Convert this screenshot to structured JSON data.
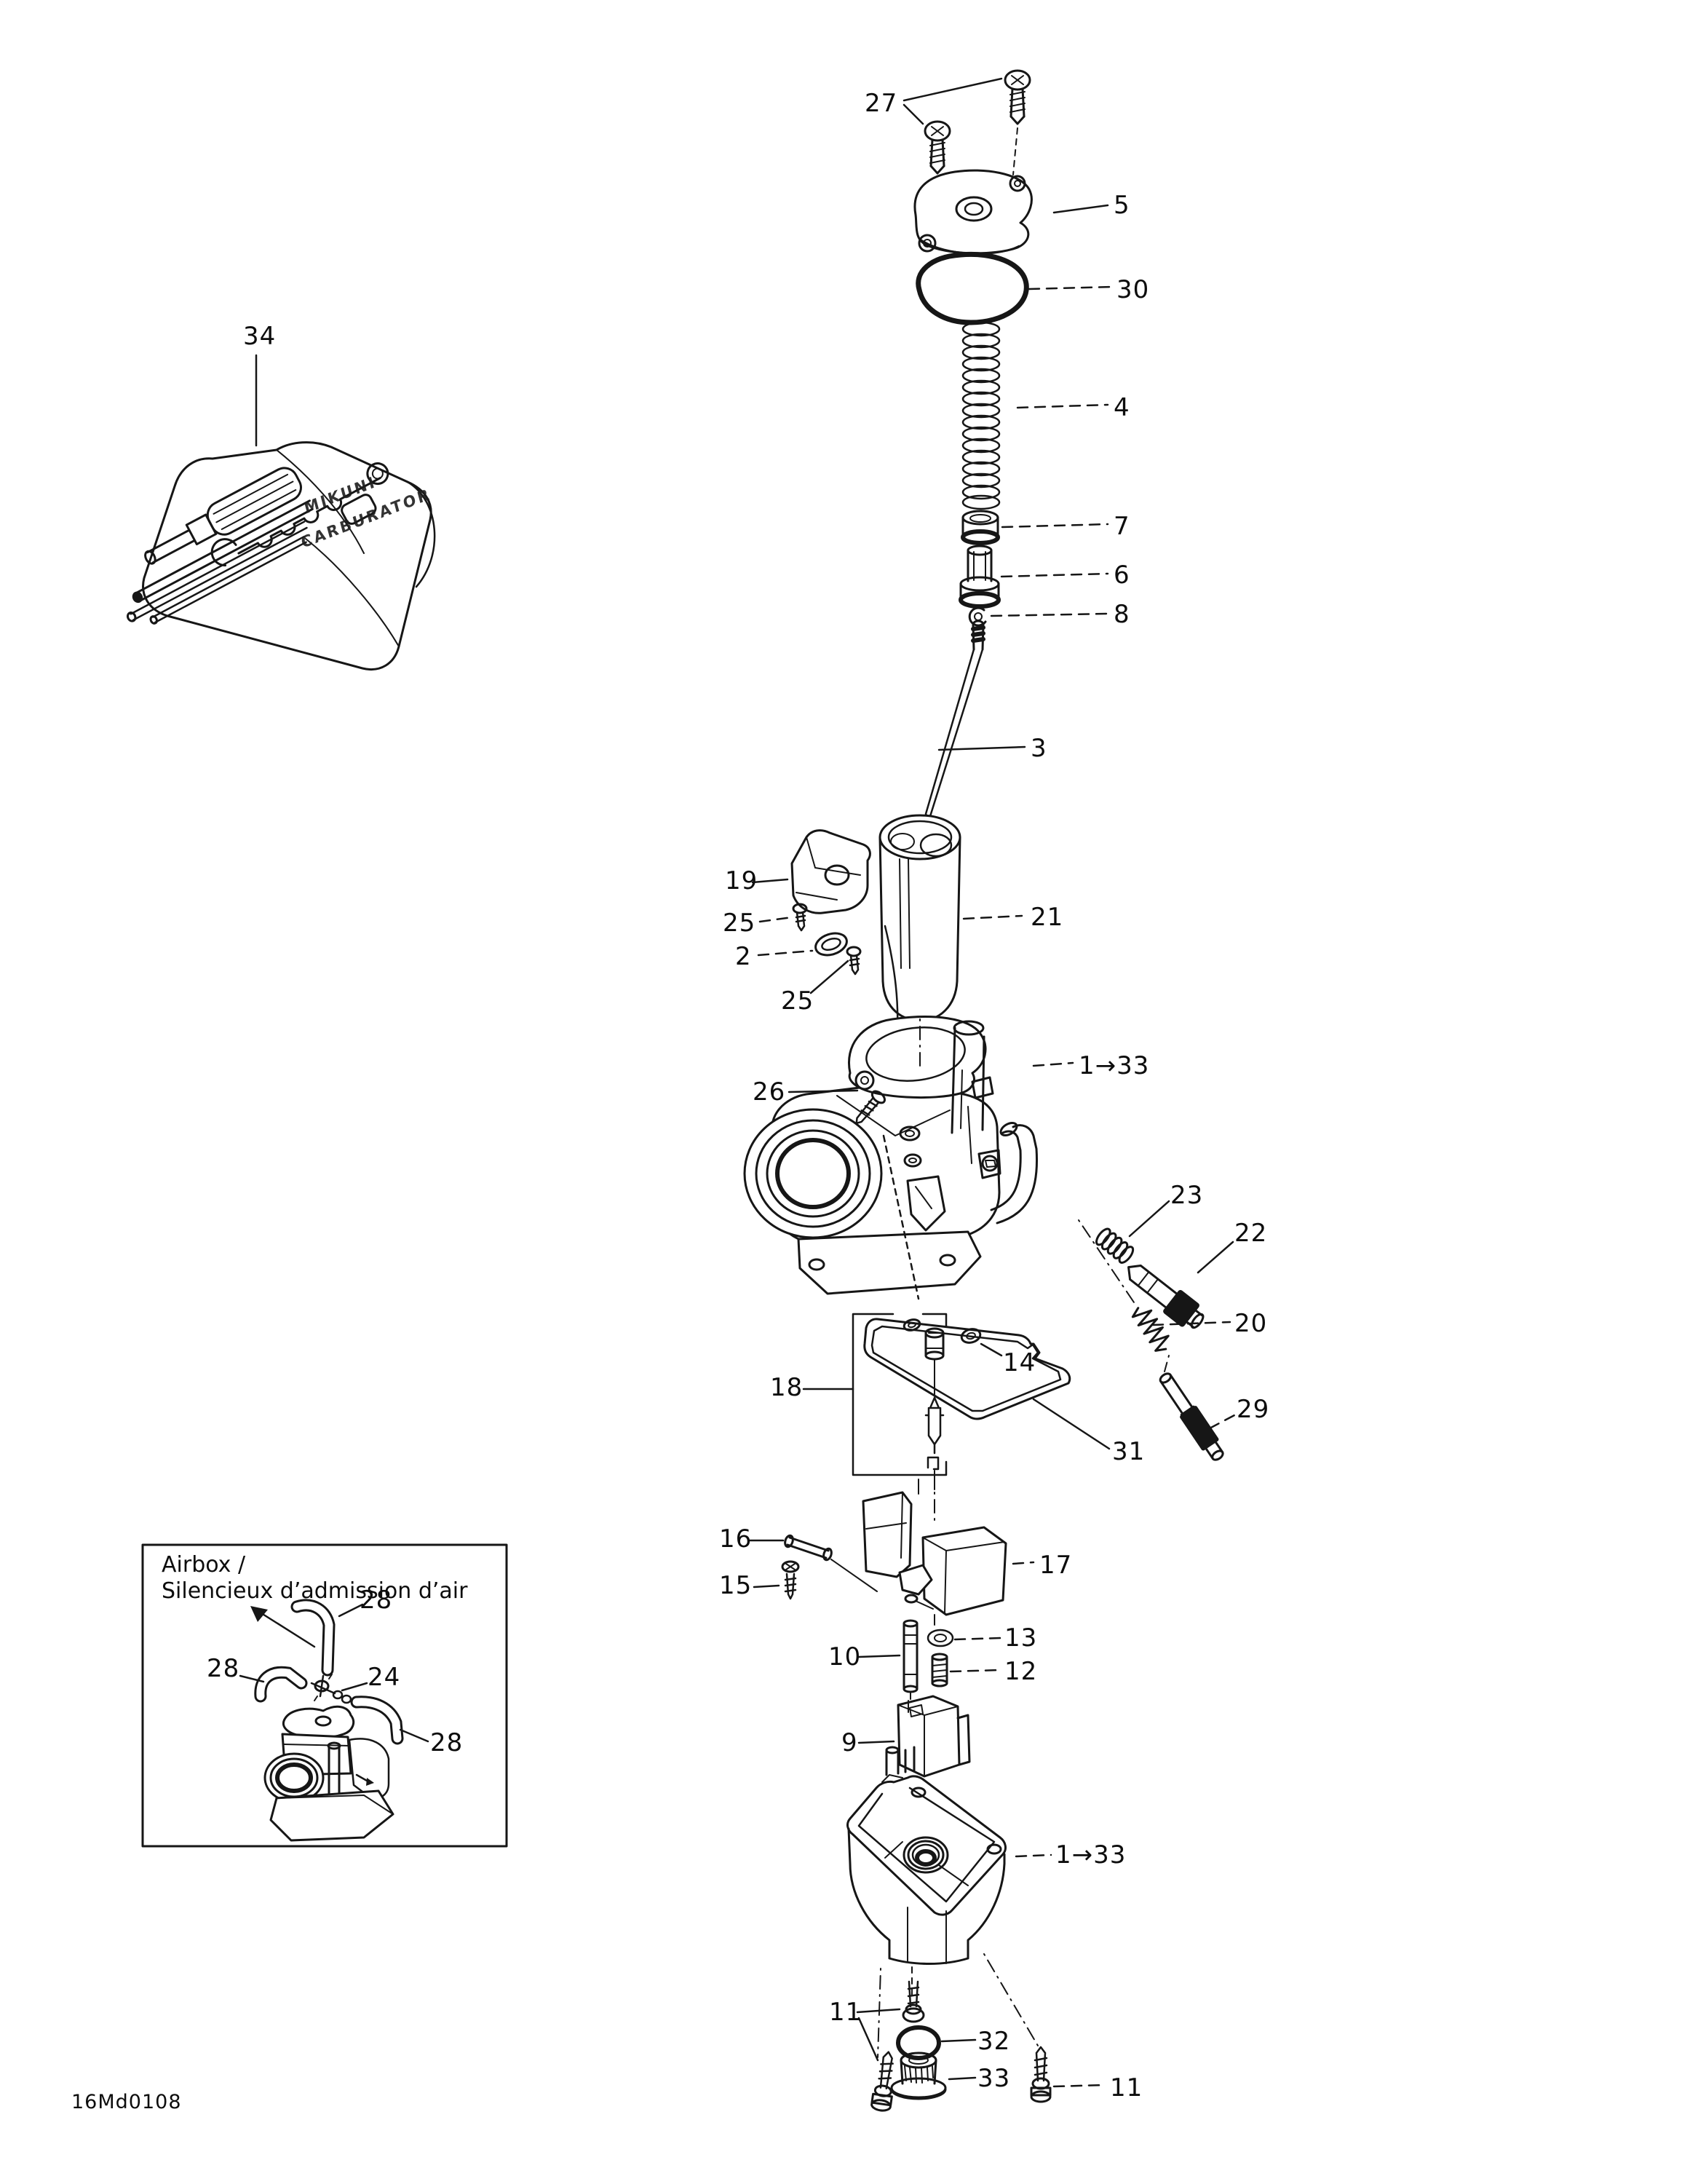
{
  "figure_code": "16Md0108",
  "diagram": {
    "type": "exploded-parts-diagram",
    "subject": "carburetor"
  },
  "callouts": {
    "c27": {
      "text": "27"
    },
    "c5": {
      "text": "5"
    },
    "c30": {
      "text": "30"
    },
    "c4": {
      "text": "4"
    },
    "c7": {
      "text": "7"
    },
    "c6": {
      "text": "6"
    },
    "c8": {
      "text": "8"
    },
    "c3": {
      "text": "3"
    },
    "c19": {
      "text": "19"
    },
    "c25a": {
      "text": "25"
    },
    "c2": {
      "text": "2"
    },
    "c25b": {
      "text": "25"
    },
    "c21": {
      "text": "21"
    },
    "c26": {
      "text": "26"
    },
    "c1_33a": {
      "text": "1→33"
    },
    "c23": {
      "text": "23"
    },
    "c22": {
      "text": "22"
    },
    "c20": {
      "text": "20"
    },
    "c29": {
      "text": "29"
    },
    "c18": {
      "text": "18"
    },
    "c14": {
      "text": "14"
    },
    "c31": {
      "text": "31"
    },
    "c16": {
      "text": "16"
    },
    "c15": {
      "text": "15"
    },
    "c17": {
      "text": "17"
    },
    "c13": {
      "text": "13"
    },
    "c10": {
      "text": "10"
    },
    "c12": {
      "text": "12"
    },
    "c9": {
      "text": "9"
    },
    "c1_33b": {
      "text": "1→33"
    },
    "c11a": {
      "text": "11"
    },
    "c32": {
      "text": "32"
    },
    "c33": {
      "text": "33"
    },
    "c11b": {
      "text": "11"
    },
    "c34": {
      "text": "34"
    }
  },
  "inset": {
    "title_line1": "Airbox /",
    "title_line2": "Silencieux d’admission d’air",
    "callouts": {
      "c28a": {
        "text": "28"
      },
      "c28b": {
        "text": "28"
      },
      "c24": {
        "text": "24"
      },
      "c28c": {
        "text": "28"
      }
    }
  },
  "tool_kit": {
    "brand_line1": "MIKUNI",
    "brand_line2": "CARBURATOR"
  }
}
